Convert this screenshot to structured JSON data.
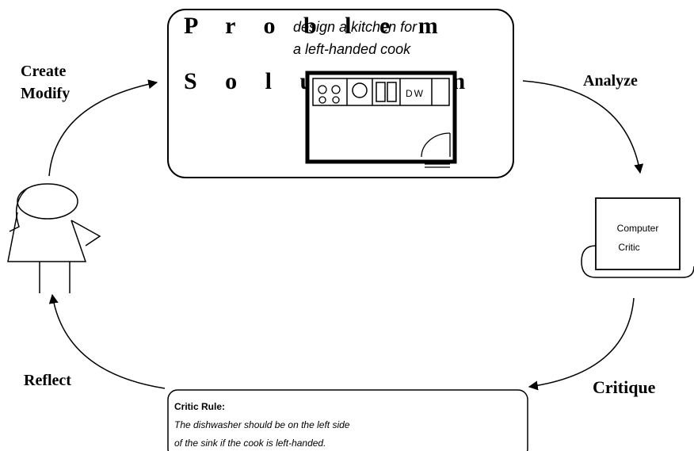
{
  "problem_box": {
    "problem_word": "P r o b l e m",
    "solution_word": "S o l u t i o n",
    "design_task_line1": "design a kitchen for",
    "design_task_line2": "a left-handed cook",
    "dishwasher_label": "DW"
  },
  "computer_critic": {
    "line1": "Computer",
    "line2": "Critic"
  },
  "critic_rule": {
    "title": "Critic Rule:",
    "line1": "The dishwasher should be on the left side",
    "line2": "of the sink if the cook is left-handed."
  },
  "cycle_labels": {
    "create": "Create",
    "modify": "Modify",
    "analyze": "Analyze",
    "critique": "Critique",
    "reflect": "Reflect"
  }
}
